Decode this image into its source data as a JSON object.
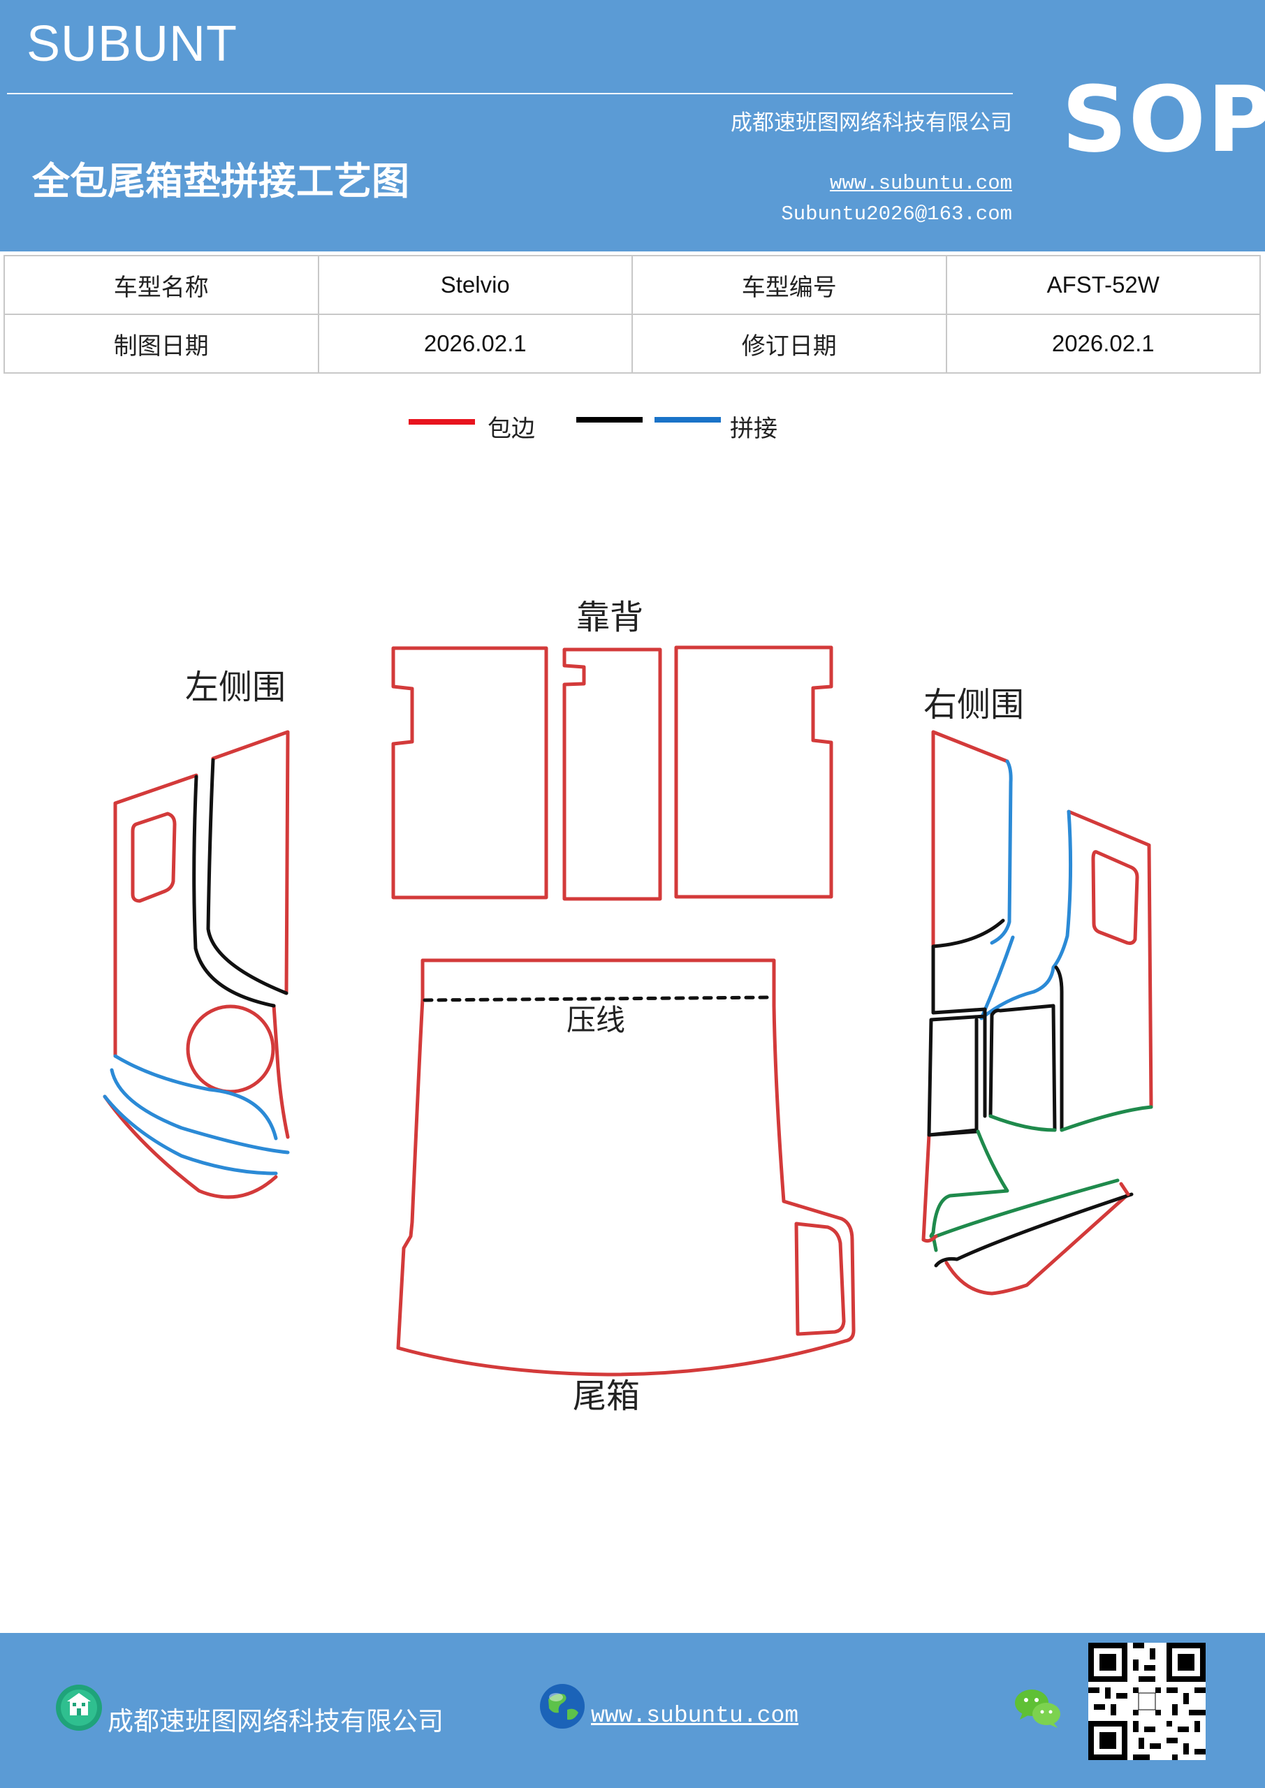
{
  "header": {
    "brand": "SUBUNT",
    "company": "成都速班图网络科技有限公司",
    "title": "全包尾箱垫拼接工艺图",
    "url": "www.subuntu.com",
    "email": "Subuntu2026@163.com",
    "sop": "SOP"
  },
  "info_table": {
    "rows": [
      [
        "车型名称",
        "Stelvio",
        "车型编号",
        "AFST-52W"
      ],
      [
        "制图日期",
        "2026.02.1",
        "修订日期",
        "2026.02.1"
      ]
    ]
  },
  "legend": {
    "items": [
      {
        "label": "包边",
        "color": "#e8141e"
      },
      {
        "label": "",
        "color": "#000000"
      },
      {
        "label": "拼接",
        "color": "#1a73c8"
      }
    ]
  },
  "diagram": {
    "labels": {
      "back": "靠背",
      "left": "左侧围",
      "right": "右侧围",
      "press": "压线",
      "trunk": "尾箱"
    },
    "colors": {
      "edge": "#d33a3a",
      "black": "#111111",
      "blue": "#2b8ad6",
      "green": "#1f8a4c"
    }
  },
  "footer": {
    "company": "成都速班图网络科技有限公司",
    "url": "www.subuntu.com"
  }
}
